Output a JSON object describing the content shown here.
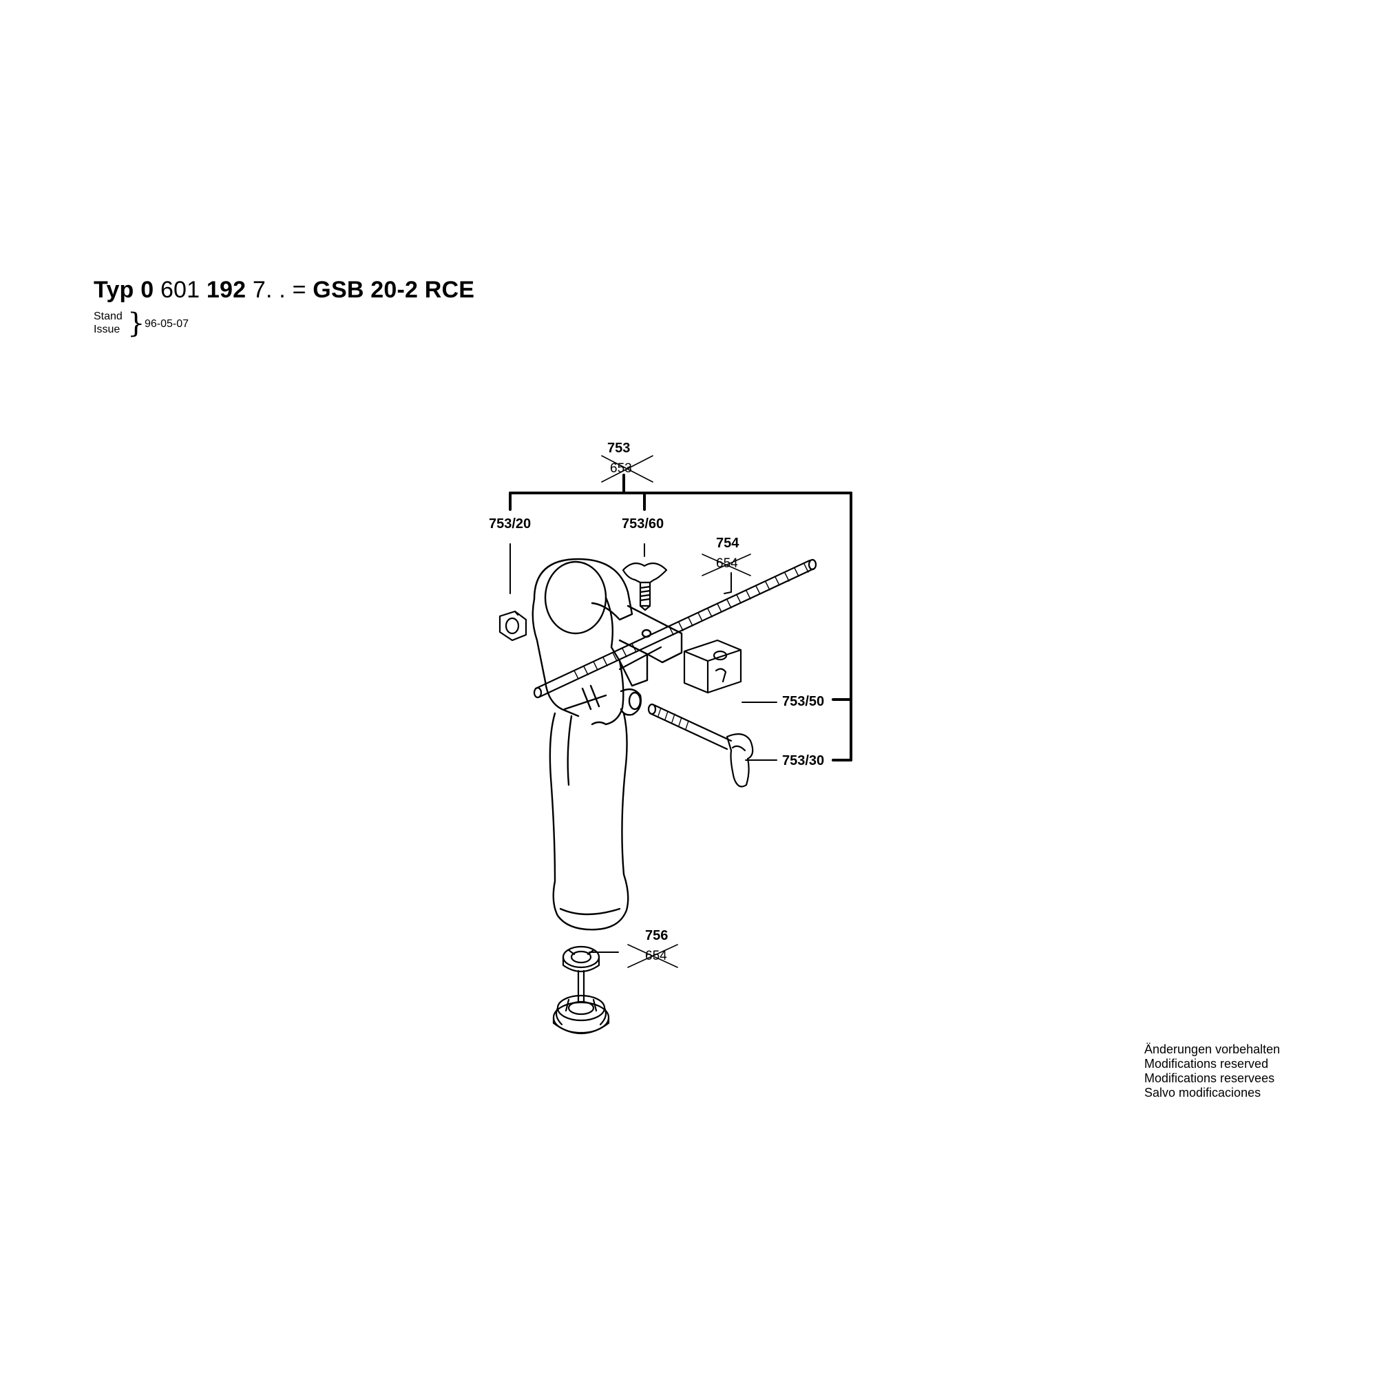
{
  "header": {
    "typ_label": "Typ",
    "part_bold_1": "0",
    "part_normal_1": " 601 ",
    "part_bold_2": "192",
    "part_normal_2": " 7. . = ",
    "model": "GSB 20-2 RCE",
    "stand_label": "Stand",
    "issue_label": "Issue",
    "brace": "}",
    "date": "96-05-07"
  },
  "callouts": {
    "c753": "753",
    "c753_old": "653",
    "c753_20": "753/20",
    "c753_60": "753/60",
    "c754": "754",
    "c754_old": "654",
    "c753_50": "753/50",
    "c753_30": "753/30",
    "c756": "756",
    "c756_old": "654"
  },
  "notes": [
    "Änderungen vorbehalten",
    "Modifications reserved",
    "Modifications reservees",
    "Salvo modificaciones"
  ]
}
